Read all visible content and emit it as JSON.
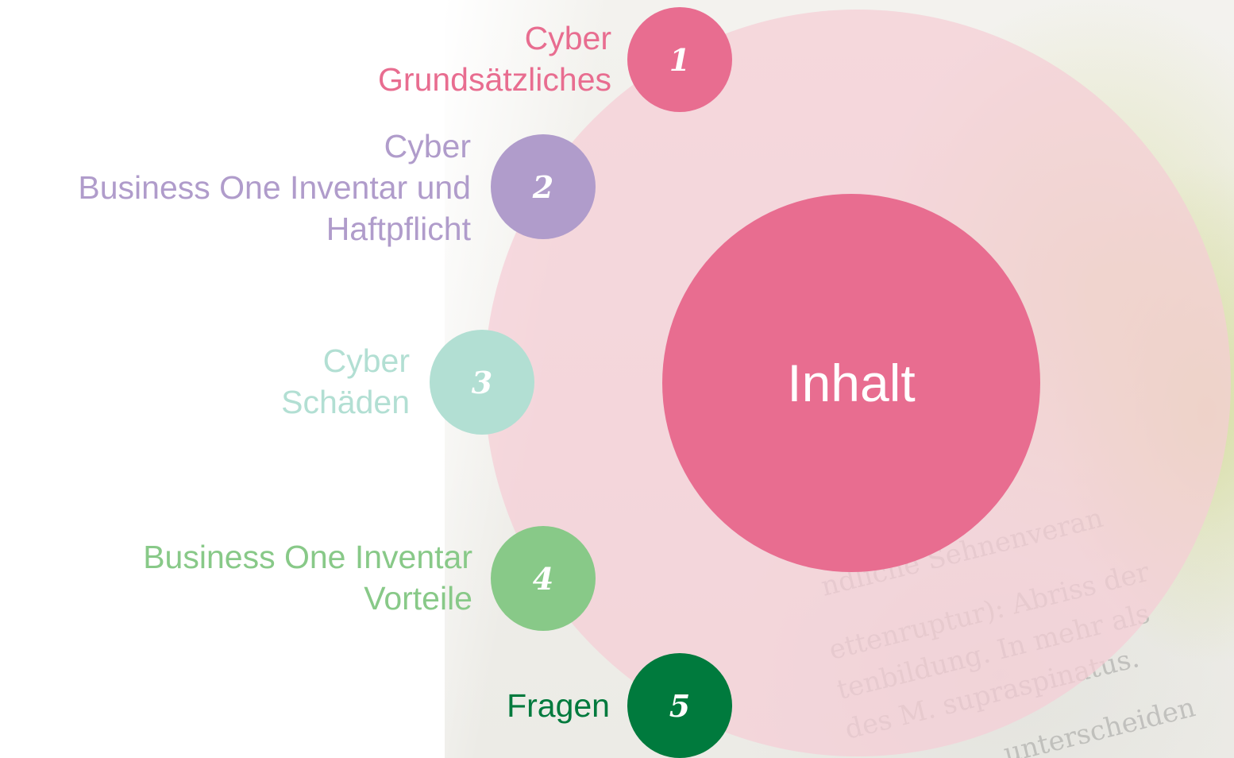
{
  "center": {
    "label": "Inhalt"
  },
  "items": [
    {
      "number": "1",
      "lines": [
        "Cyber",
        "Grundsätzliches"
      ],
      "color": "#e86d90"
    },
    {
      "number": "2",
      "lines": [
        "Cyber",
        "Business One Inventar und",
        "Haftpflicht"
      ],
      "color": "#b09ccb"
    },
    {
      "number": "3",
      "lines": [
        "Cyber",
        "Schäden"
      ],
      "color": "#b2dfd3"
    },
    {
      "number": "4",
      "lines": [
        "Business One Inventar",
        "Vorteile"
      ],
      "color": "#88c988"
    },
    {
      "number": "5",
      "lines": [
        "Fragen"
      ],
      "color": "#007a3d"
    }
  ],
  "colors": {
    "outer_circle": "#f5cdd6",
    "center_circle": "#e86d90"
  }
}
